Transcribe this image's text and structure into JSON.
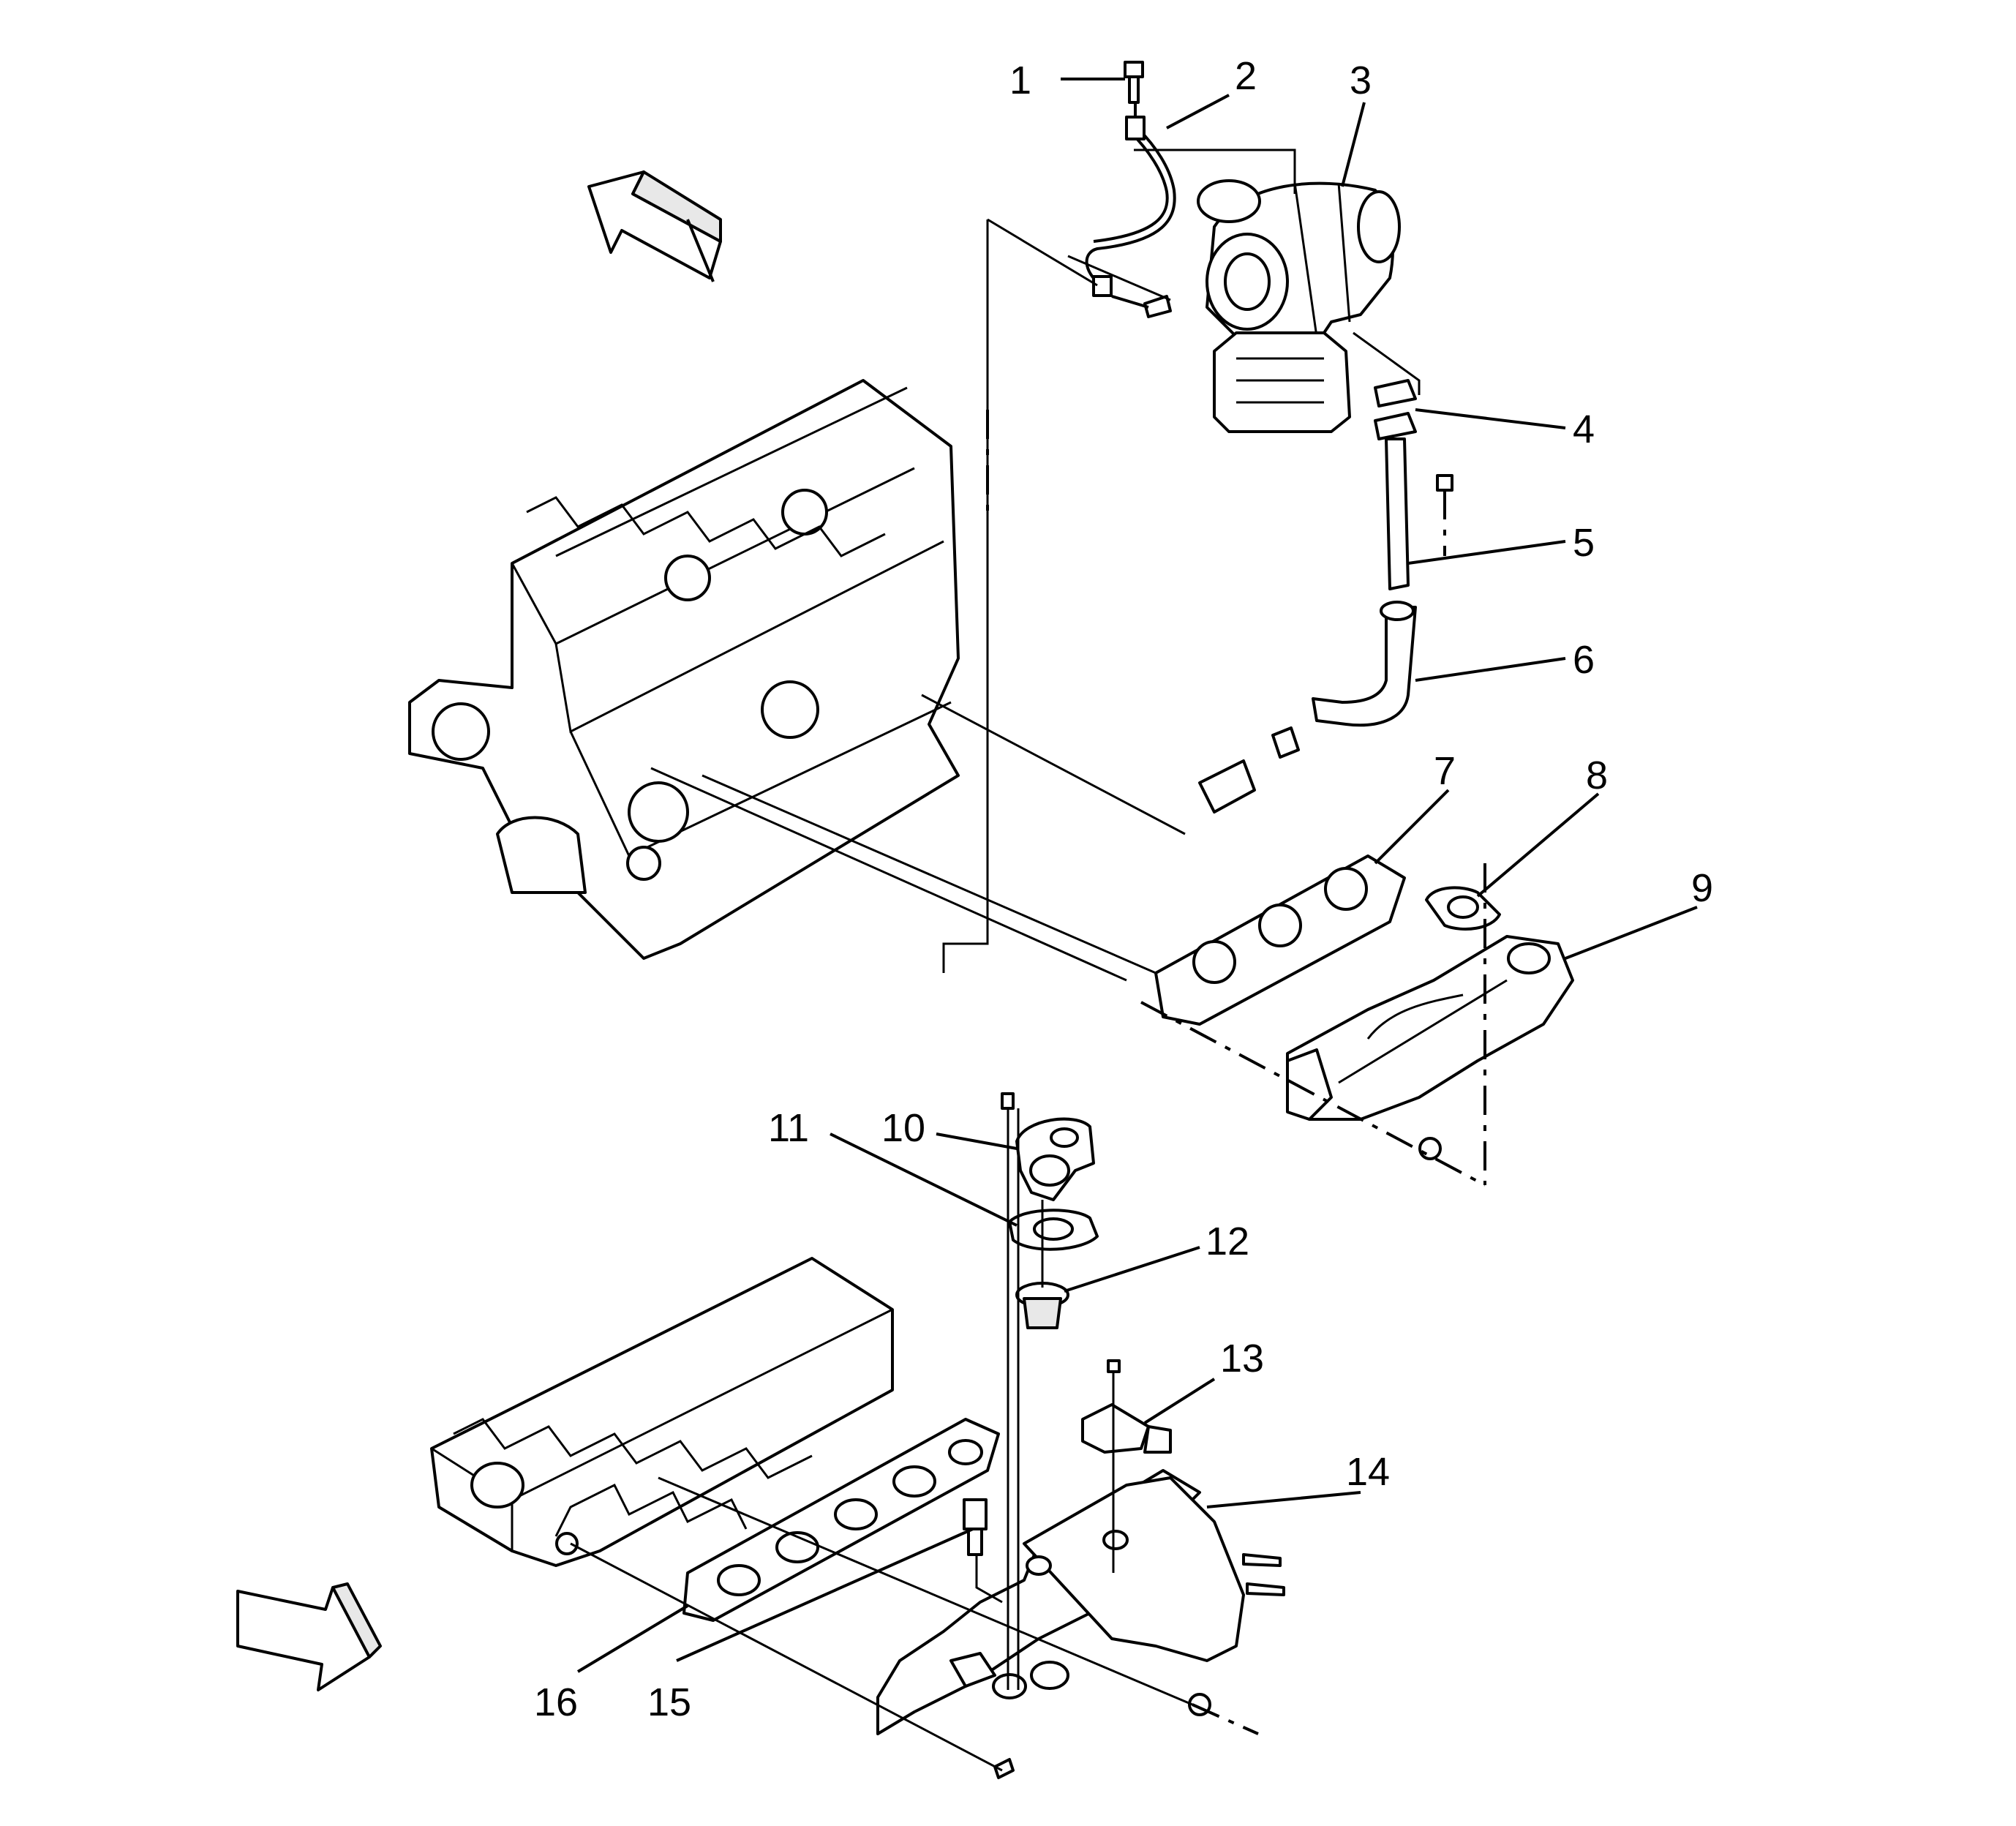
{
  "callouts": [
    {
      "id": 1,
      "label": "1"
    },
    {
      "id": 2,
      "label": "2"
    },
    {
      "id": 3,
      "label": "3"
    },
    {
      "id": 4,
      "label": "4"
    },
    {
      "id": 5,
      "label": "5"
    },
    {
      "id": 6,
      "label": "6"
    },
    {
      "id": 7,
      "label": "7"
    },
    {
      "id": 8,
      "label": "8"
    },
    {
      "id": 9,
      "label": "9"
    },
    {
      "id": 10,
      "label": "10"
    },
    {
      "id": 11,
      "label": "11"
    },
    {
      "id": 12,
      "label": "12"
    },
    {
      "id": 13,
      "label": "13"
    },
    {
      "id": 14,
      "label": "14"
    },
    {
      "id": 15,
      "label": "15"
    },
    {
      "id": 16,
      "label": "16"
    }
  ],
  "icons": {
    "front_arrow_top": "front-direction-arrow",
    "front_arrow_bottom": "front-direction-arrow"
  }
}
